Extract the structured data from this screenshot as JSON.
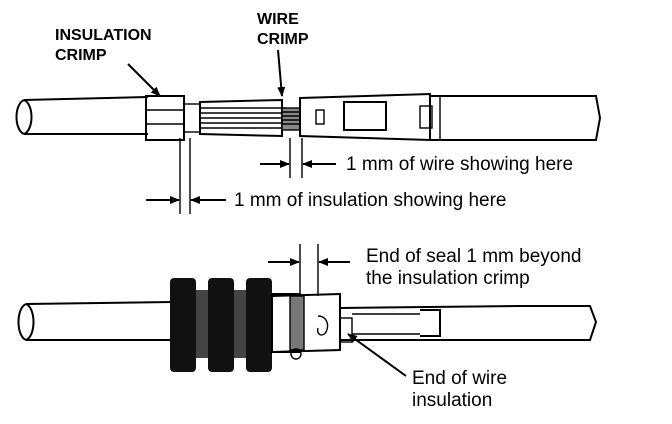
{
  "top": {
    "insulation_crimp": [
      "INSULATION",
      "CRIMP"
    ],
    "wire_crimp": [
      "WIRE",
      "CRIMP"
    ],
    "wire_showing": "1 mm of wire showing here",
    "insulation_showing": "1 mm of insulation showing here"
  },
  "bottom": {
    "seal_note": [
      "End of seal 1 mm beyond",
      "the insulation crimp"
    ],
    "wire_insulation": [
      "End of wire",
      "insulation"
    ]
  }
}
